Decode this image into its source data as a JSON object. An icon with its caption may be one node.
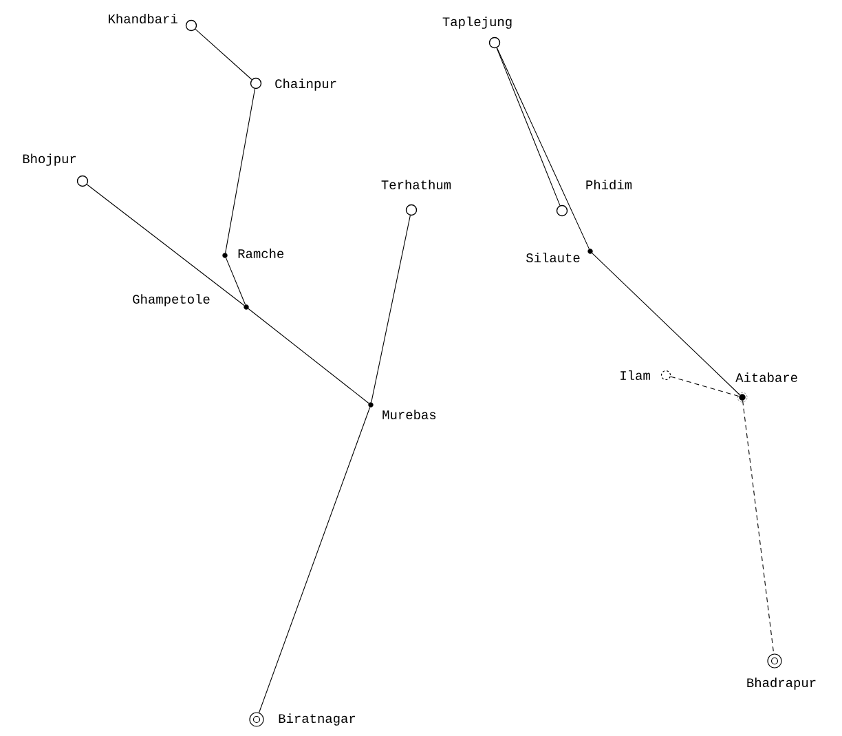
{
  "diagram": {
    "nodes": [
      {
        "text": [
          "Khandbari"
        ]
      },
      {
        "text": [
          "Chainpur"
        ]
      },
      {
        "text": [
          "Bhojpur"
        ]
      },
      {
        "text": [
          "Terhathum"
        ]
      },
      {
        "text": [
          "Taplejung"
        ]
      },
      {
        "text": [
          "Phidim"
        ]
      },
      {
        "text": [
          "Ramche"
        ]
      },
      {
        "text": [
          "Silaute"
        ]
      },
      {
        "text": [
          "Ghampetole"
        ]
      },
      {
        "text": [
          "Ilam"
        ]
      },
      {
        "text": [
          "Aitabare"
        ]
      },
      {
        "text": [
          "Murebas"
        ]
      },
      {
        "text": [
          "Bhadrapur"
        ]
      },
      {
        "text": [
          "Biratnagar"
        ]
      }
    ],
    "edges": [
      {
        "from": 0,
        "to": 1,
        "arrow": "none"
      },
      {
        "from": 1,
        "to": 6,
        "arrow": "none"
      },
      {
        "from": 6,
        "to": 8,
        "arrow": "none"
      },
      {
        "from": 2,
        "to": 8,
        "arrow": "none"
      },
      {
        "from": 8,
        "to": 11,
        "arrow": "none"
      },
      {
        "from": 3,
        "to": 11,
        "arrow": "none"
      },
      {
        "from": 11,
        "to": 13,
        "arrow": "none"
      },
      {
        "from": 4,
        "to": 5,
        "arrow": "none"
      },
      {
        "from": 4,
        "to": 7,
        "arrow": "none"
      },
      {
        "from": 7,
        "to": 10,
        "arrow": "none"
      },
      {
        "from": 9,
        "to": 10,
        "arrow": "none",
        "style": "dashed"
      },
      {
        "from": 10,
        "to": 12,
        "arrow": "none",
        "style": "dashed"
      }
    ]
  }
}
